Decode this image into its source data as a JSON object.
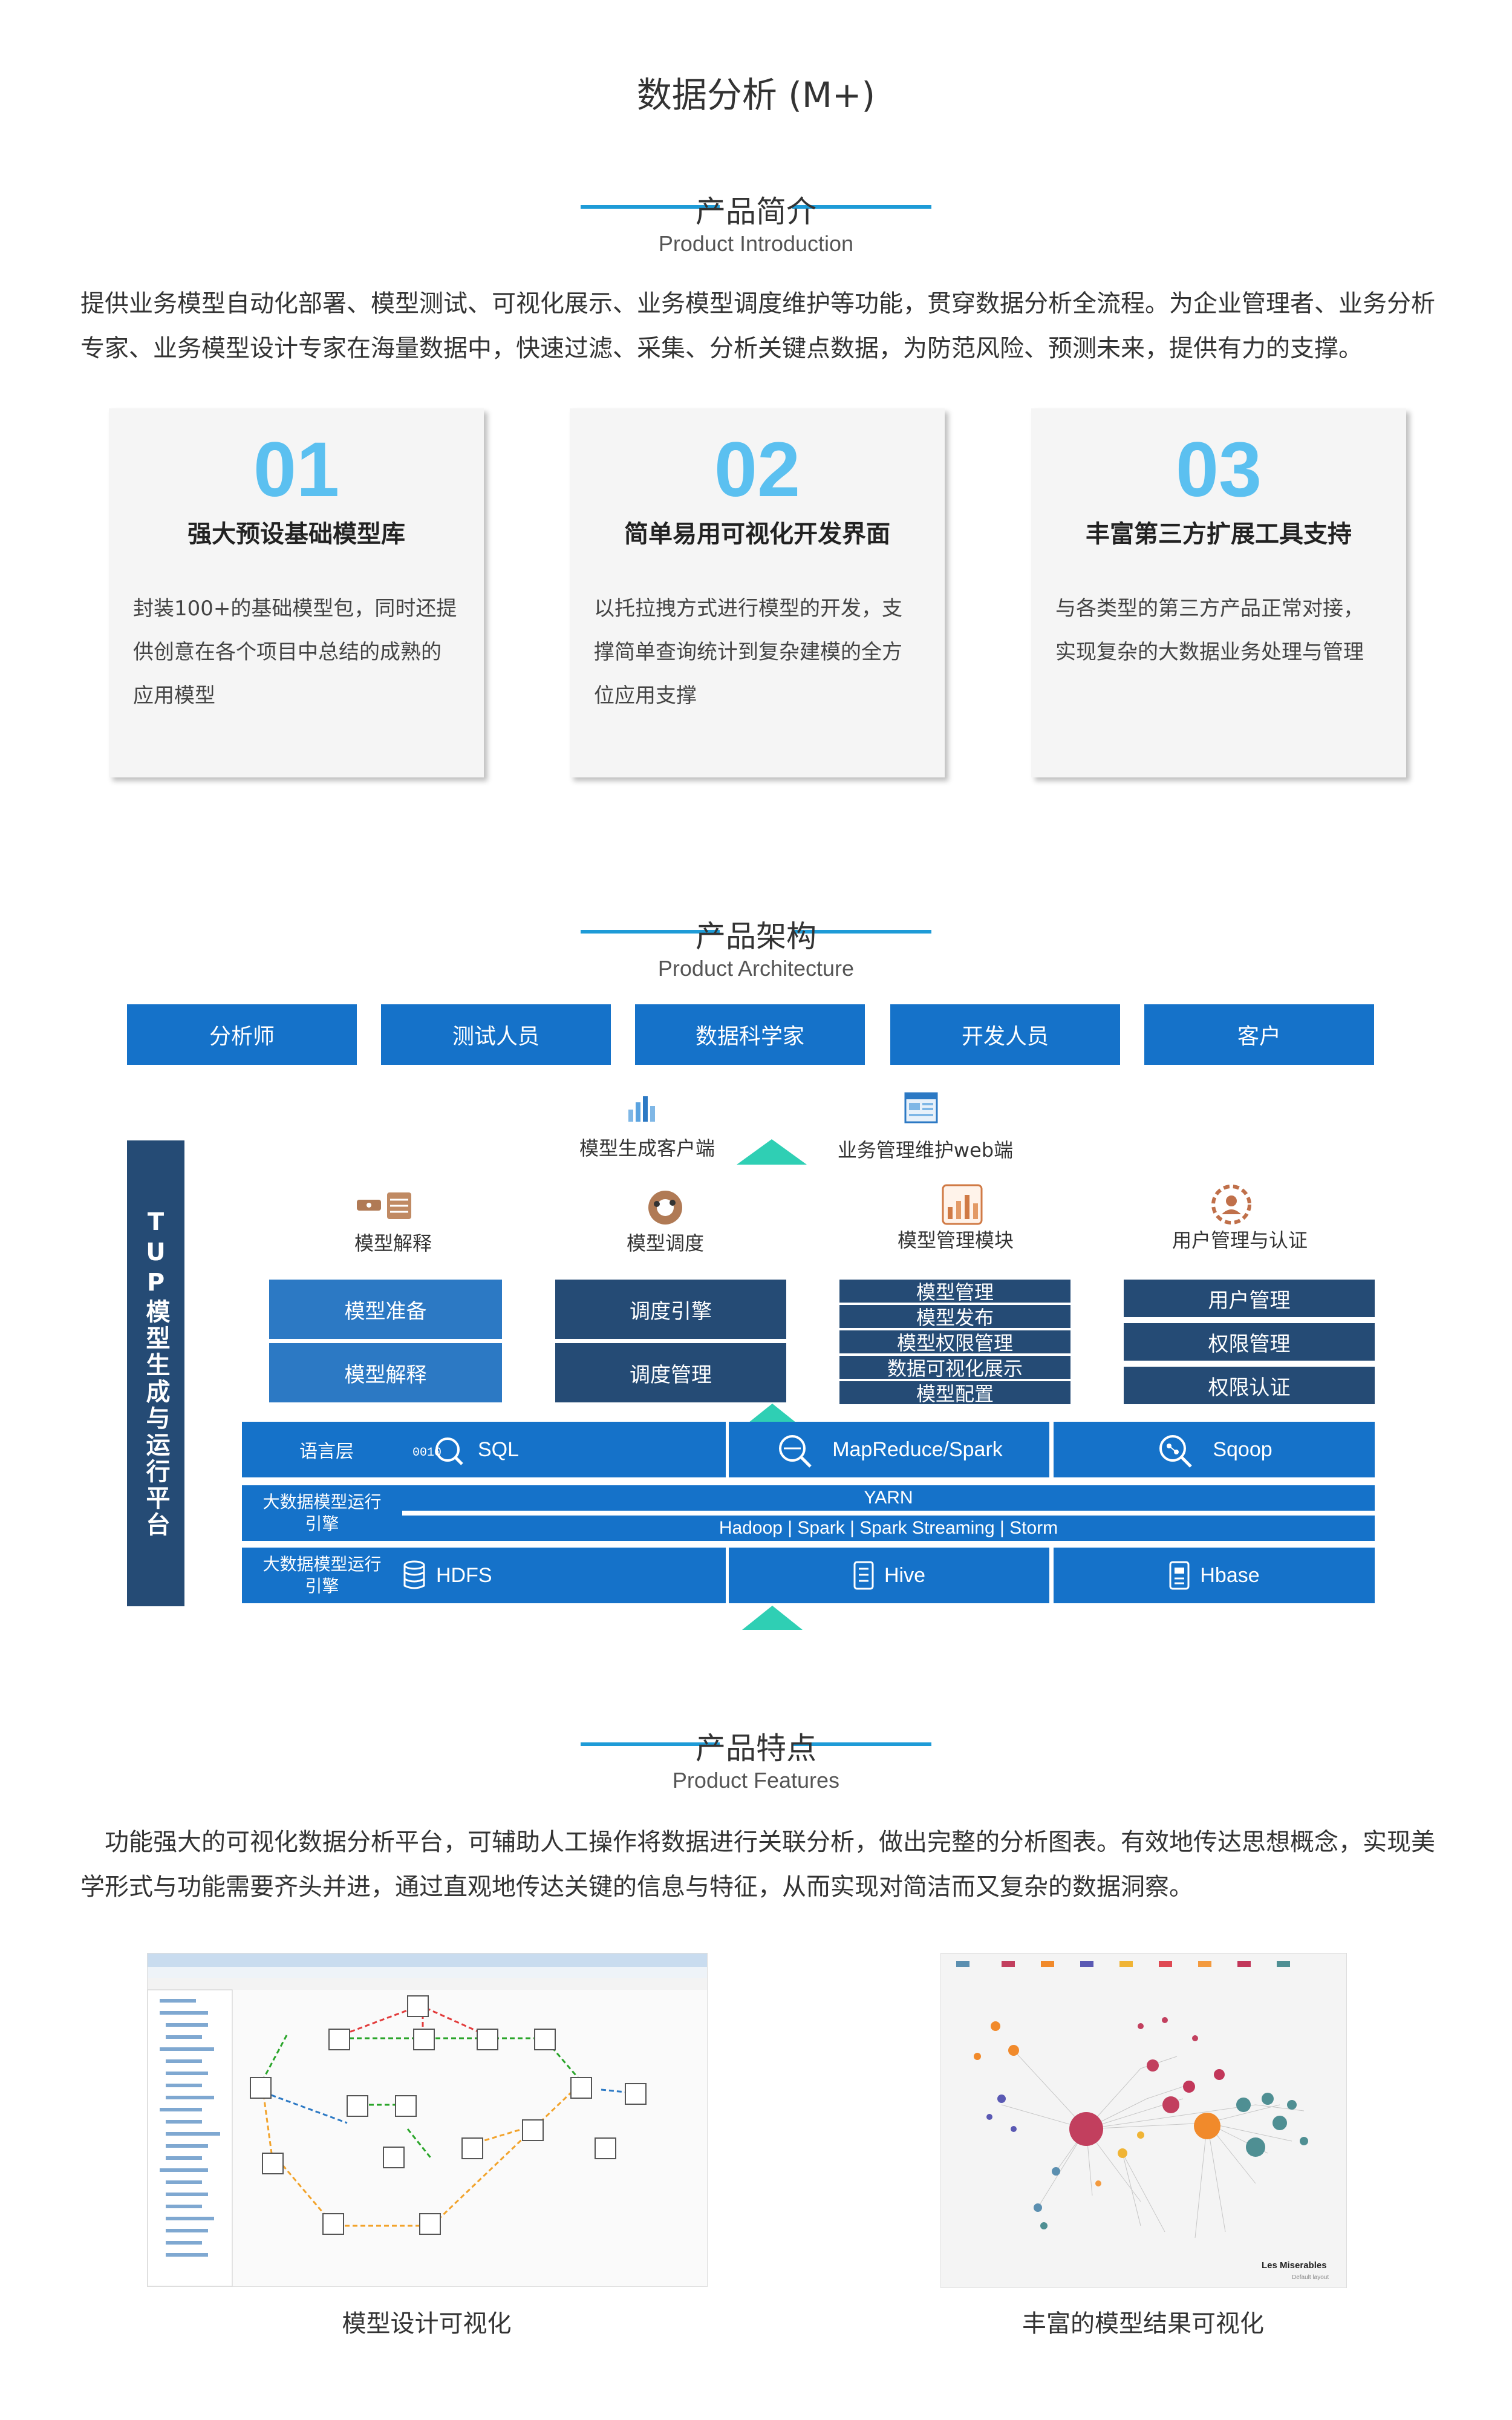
{
  "page_title": "数据分析 (M+)",
  "intro": {
    "title": "产品简介",
    "subtitle": "Product Introduction",
    "paragraph": "提供业务模型自动化部署、模型测试、可视化展示、业务模型调度维护等功能，贯穿数据分析全流程。为企业管理者、业务分析专家、业务模型设计专家在海量数据中，快速过滤、采集、分析关键点数据，为防范风险、预测未来，提供有力的支撑。",
    "cards": [
      {
        "num": "01",
        "title": "强大预设基础模型库",
        "desc": "封装100+的基础模型包，同时还提供创意在各个项目中总结的成熟的应用模型"
      },
      {
        "num": "02",
        "title": "简单易用可视化开发界面",
        "desc": "以托拉拽方式进行模型的开发，支撑简单查询统计到复杂建模的全方位应用支撑"
      },
      {
        "num": "03",
        "title": "丰富第三方扩展工具支持",
        "desc": "与各类型的第三方产品正常对接，实现复杂的大数据业务处理与管理"
      }
    ]
  },
  "arch": {
    "title": "产品架构",
    "subtitle": "Product Architecture",
    "roles": [
      "分析师",
      "测试人员",
      "数据科学家",
      "开发人员",
      "客户"
    ],
    "platform_label": "TUP模型生成与运行平台",
    "clients": [
      "模型生成客户端",
      "业务管理维护web端"
    ],
    "modules": [
      "模型解释",
      "模型调度",
      "模型管理模块",
      "用户管理与认证"
    ],
    "col1": [
      "模型准备",
      "模型解释"
    ],
    "col2": [
      "调度引擎",
      "调度管理"
    ],
    "col3": [
      "模型管理",
      "模型发布",
      "模型权限管理",
      "数据可视化展示",
      "模型配置"
    ],
    "col4": [
      "用户管理",
      "权限管理",
      "权限认证"
    ],
    "lang_layer": {
      "label": "语言层",
      "items": [
        "SQL",
        "MapReduce/Spark",
        "Sqoop"
      ]
    },
    "engine_layer": {
      "label": "大数据模型运行引擎",
      "row1": "YARN",
      "row2": "Hadoop | Spark | Spark Streaming | Storm"
    },
    "storage_layer": {
      "label": "大数据模型运行引擎",
      "items": [
        "HDFS",
        "Hive",
        "Hbase"
      ]
    }
  },
  "features": {
    "title": "产品特点",
    "subtitle": "Product Features",
    "paragraph": "功能强大的可视化数据分析平台，可辅助人工操作将数据进行关联分析，做出完整的分析图表。有效地传达思想概念，实现美学形式与功能需要齐头并进，通过直观地传达关键的信息与特征，从而实现对简洁而又复杂的数据洞察。",
    "captions": [
      "模型设计可视化",
      "丰富的模型结果可视化"
    ],
    "graph_title": "Les Miserables",
    "graph_sub": "Default layout"
  },
  "colors": {
    "accent": "#1e9bd7",
    "role_blue": "#1572c9",
    "navy": "#254b75",
    "teal": "#2fcfb4",
    "card_num": "#5bc0f0"
  }
}
